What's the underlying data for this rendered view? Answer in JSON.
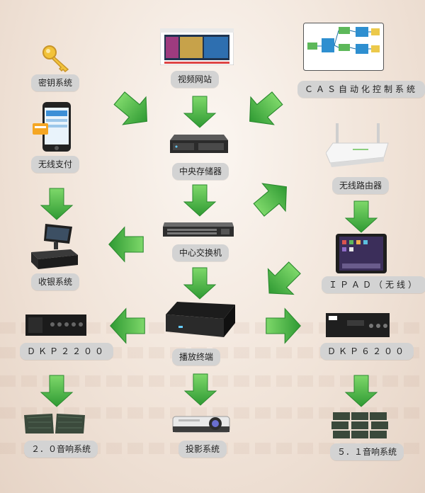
{
  "nodes": {
    "key_system": "密钥系统",
    "video_site": "视频网站",
    "cas_system": "ＣＡＳ自动化控制系统",
    "wireless_pay": "无线支付",
    "central_storage": "中央存储器",
    "wireless_router": "无线路由器",
    "central_switch": "中心交换机",
    "cashier_system": "收银系统",
    "ipad": "ＩＰＡＤ（无线）",
    "player_terminal": "播放终端",
    "dkp2200": "ＤＫＰ２２００",
    "dkp6200": "ＤＫＰ６２００",
    "audio_20": "２．０音响系统",
    "projection_system": "投影系统",
    "audio_51": "５．１音响系统"
  },
  "colors": {
    "arrow_green": "#36a83a",
    "arrow_green_light": "#7ed86a",
    "label_bg": "#d3d3d3"
  }
}
